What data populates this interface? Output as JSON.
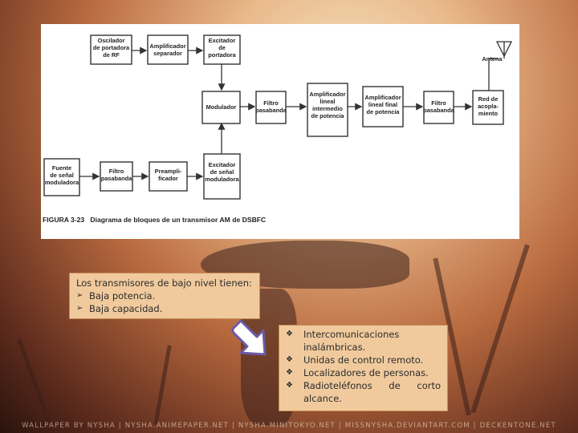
{
  "diagram": {
    "blocks": {
      "osc": [
        "Oscilador",
        "de portadora",
        "de RF"
      ],
      "amp_sep": [
        "Amplificador",
        "separador"
      ],
      "exc_port": [
        "Excitador",
        "de",
        "portadora"
      ],
      "antena": "Antena",
      "modulador": "Modulador",
      "filtro1": [
        "Filtro",
        "pasabanda"
      ],
      "amp_lin_int": [
        "Amplificador",
        "lineal",
        "intermedio",
        "de potencia"
      ],
      "amp_lin_fin": [
        "Amplificador",
        "lineal final",
        "de potencia"
      ],
      "filtro2": [
        "Filtro",
        "pasabanda"
      ],
      "red": [
        "Red de",
        "acopla-",
        "miento"
      ],
      "fuente": [
        "Fuente",
        "de señal",
        "moduladora"
      ],
      "filtro3": [
        "Filtro",
        "pasabanda"
      ],
      "preamp": [
        "Preampli-",
        "ficador"
      ],
      "exc_senal": [
        "Excitador",
        "de señal",
        "moduladora"
      ]
    },
    "caption": "FIGURA 3-23   Diagrama de bloques de un transmisor AM de DSBFC"
  },
  "box1": {
    "intro": "Los transmisores de bajo nivel tienen:",
    "items": [
      "Baja potencia.",
      "Baja capacidad."
    ]
  },
  "box2": {
    "items": [
      "Intercomunicaciones inalámbricas.",
      "Unidas de control remoto.",
      "Localizadores de personas.",
      "Radioteléfonos de corto alcance."
    ]
  },
  "bullets": {
    "arrow": "➢",
    "diamond": "❖"
  },
  "footer": "WALLPAPER BY NYSHA | NYSHA.ANIMEPAPER.NET | NYSHA.MINITOKYO.NET | MISSNYSHA.DEVIANTART.COM | DECKENTONE.NET",
  "colors": {
    "textbox_bg": "#f0ca9d",
    "arrow_fill": "#ffffff",
    "arrow_stroke": "#6a5aa8"
  }
}
